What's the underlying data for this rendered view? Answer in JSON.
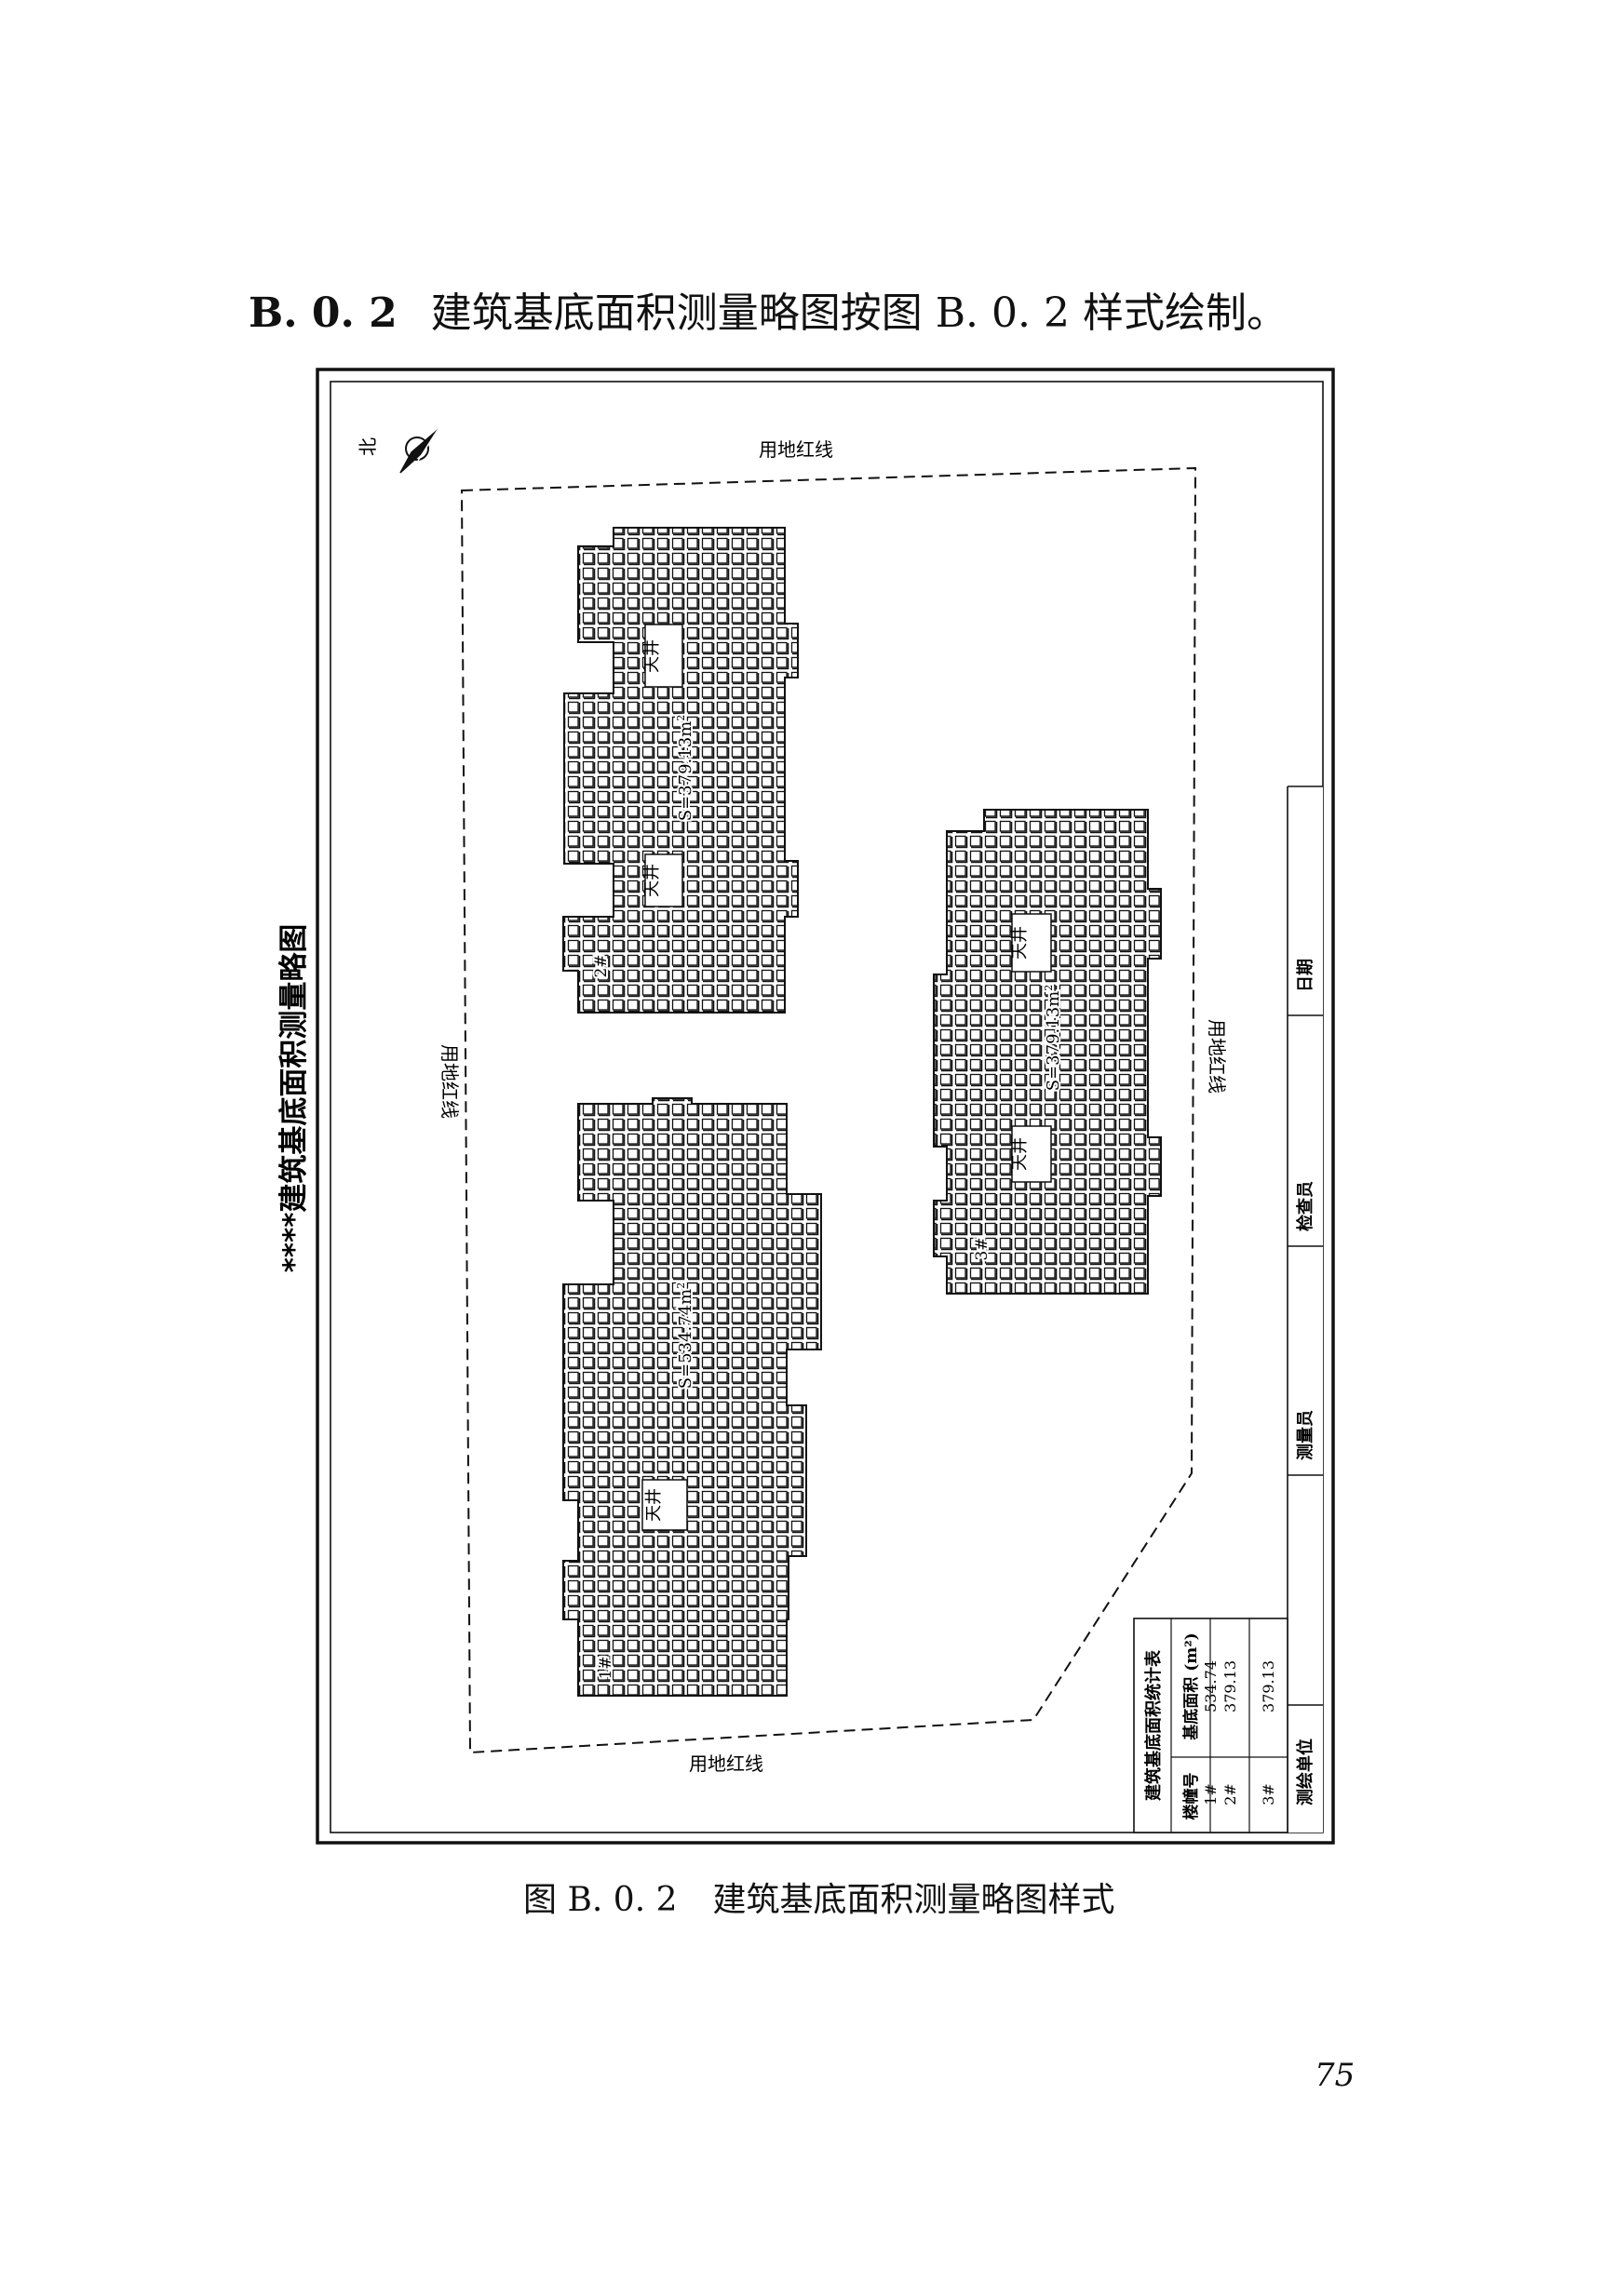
{
  "section": {
    "number": "B. 0. 2",
    "text": "建筑基底面积测量略图按图 B. 0. 2 样式绘制。"
  },
  "figure": {
    "vertical_title": "****建筑基底面积测量略图",
    "north_label": "北",
    "boundary_label": "用地红线",
    "buildings": [
      {
        "id": "1#",
        "area_label": "S=534.74m",
        "courtyard_label": "天井"
      },
      {
        "id": "2#",
        "area_label": "S=379.13m",
        "courtyard_label": "天井"
      },
      {
        "id": "3#",
        "area_label": "S=379.13m",
        "courtyard_label": "天井"
      }
    ],
    "sup2": "2",
    "stats_table": {
      "title": "建筑基底面积统计表",
      "headers": [
        "楼幢号",
        "基底面积 (m²)"
      ],
      "rows": [
        [
          "1#",
          "534.74"
        ],
        [
          "2#",
          "379.13"
        ],
        [
          "3#",
          "379.13"
        ]
      ]
    },
    "signature_labels": [
      "测绘单位",
      "测量员",
      "检查员",
      "日期"
    ]
  },
  "caption": {
    "number": "图 B. 0. 2",
    "text": "建筑基底面积测量略图样式"
  },
  "page_number": "75"
}
